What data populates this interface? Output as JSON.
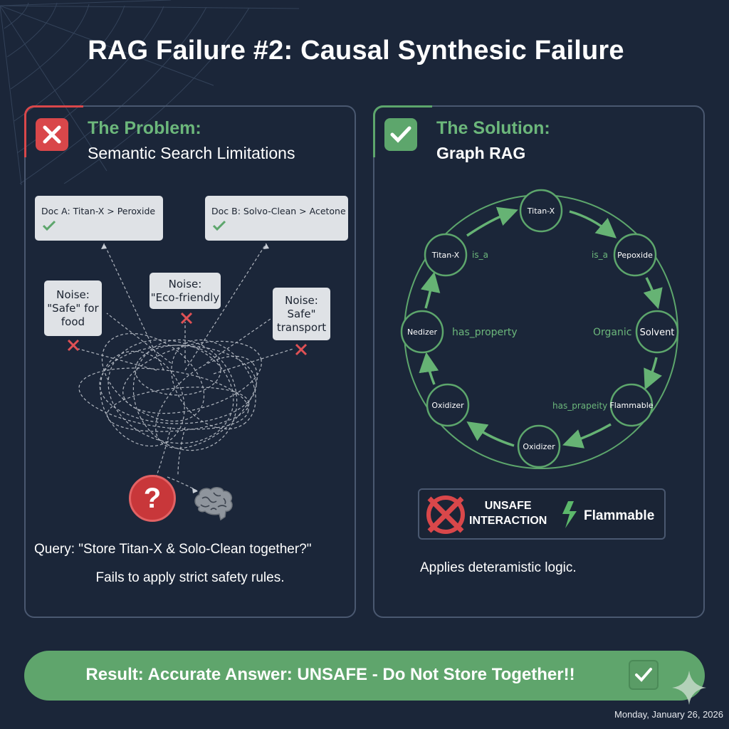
{
  "title": "RAG Failure #2: Causal Synthesic Failure",
  "colors": {
    "background": "#1b2639",
    "panel_border": "#4a5870",
    "problem_red": "#d9474a",
    "solution_green": "#5da66c",
    "heading_green": "#6cb77b",
    "result_bar": "#5fa56c"
  },
  "problem": {
    "icon": "x-icon",
    "heading": "The Problem:",
    "subheading": "Semantic Search Limitations",
    "docs": [
      {
        "label": "Doc A: Titan-X > Peroxide",
        "status": "check-icon"
      },
      {
        "label": "Doc B: Solvo-Clean > Acetone",
        "status": "check-icon"
      }
    ],
    "noise": [
      {
        "line1": "Noise:",
        "line2": "\"Safe\" for",
        "line3": "food",
        "status": "x-icon"
      },
      {
        "line1": "Noise:",
        "line2": "\"Eco-friendly",
        "line3": "",
        "status": "x-icon"
      },
      {
        "line1": "Noise:",
        "line2": "Safe\"",
        "line3": "transport",
        "status": "x-icon"
      }
    ],
    "question_icon": "?",
    "brain_icon": "brain-icon",
    "query": "Query: \"Store Titan-X & Solo-Clean together?\"",
    "conclusion": "Fails to apply strict safety rules."
  },
  "solution": {
    "icon": "check-icon",
    "heading": "The Solution:",
    "subheading": "Graph RAG",
    "graph": {
      "nodes": [
        {
          "id": "n1",
          "label": "Titan-X"
        },
        {
          "id": "n2",
          "label": "Pepoxide"
        },
        {
          "id": "n3",
          "label": "Solvent"
        },
        {
          "id": "n4",
          "label": "Flammable"
        },
        {
          "id": "n5",
          "label": "Oxidizer"
        },
        {
          "id": "n6",
          "label": "Oxidizer"
        },
        {
          "id": "n7",
          "label": "Nedizer"
        },
        {
          "id": "n8",
          "label": "Titan-X"
        }
      ],
      "edge_labels": [
        {
          "label": "is_a"
        },
        {
          "label": "is_a"
        },
        {
          "label": "has_property"
        },
        {
          "label": "Organic"
        },
        {
          "label": "has_prapeity"
        }
      ]
    },
    "alert": {
      "icon": "prohibited-icon",
      "line1": "UNSAFE",
      "line2": "INTERACTION",
      "bolt_icon": "lightning-icon",
      "property": "Flammable"
    },
    "conclusion": "Applies deteramistic logic."
  },
  "result": {
    "text": "Result: Accurate Answer: UNSAFE - Do Not Store Together!!",
    "icon": "check-icon"
  },
  "date": "Monday, January 26, 2026"
}
